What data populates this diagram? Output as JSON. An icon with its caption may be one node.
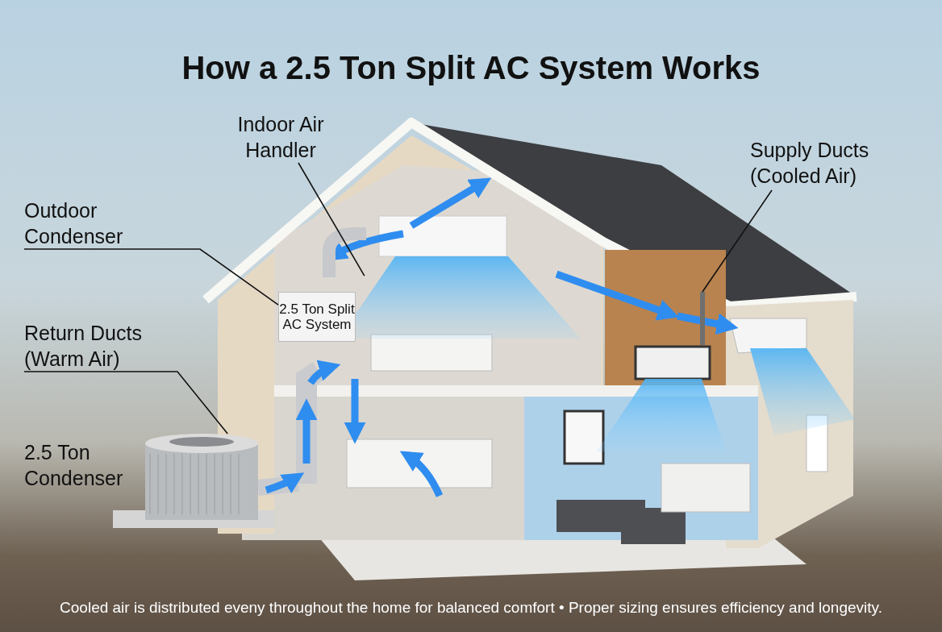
{
  "diagram": {
    "title": "How a 2.5 Ton Split AC System Works",
    "caption": "Cooled air is distributed eveny throughout the home for balanced comfort • Proper sizing ensures efficiency and longevity.",
    "nodes": [
      {
        "text": [
          "Indoor Air Handler"
        ]
      },
      {
        "text": [],
        "shape": "picture"
      },
      {
        "text": [
          "Outdoor Condenser"
        ]
      },
      {
        "text": [
          "2.5 Ton Split AC System"
        ]
      },
      {
        "text": [
          "Supply Ducts (Cooled Air)"
        ]
      },
      {
        "text": [],
        "shape": "bar"
      },
      {
        "text": [
          "Return Ducts (Warm Air)"
        ]
      },
      {
        "text": [],
        "shape": "picture"
      }
    ],
    "edges": [
      {
        "from": 0,
        "to": 1,
        "arrow": "none"
      },
      {
        "from": 2,
        "to": 3,
        "arrow": "none"
      },
      {
        "from": 4,
        "to": 5,
        "arrow": "none"
      },
      {
        "from": 6,
        "to": 7,
        "arrow": "none"
      }
    ],
    "labels": [
      "2.5 Ton Condenser"
    ]
  }
}
